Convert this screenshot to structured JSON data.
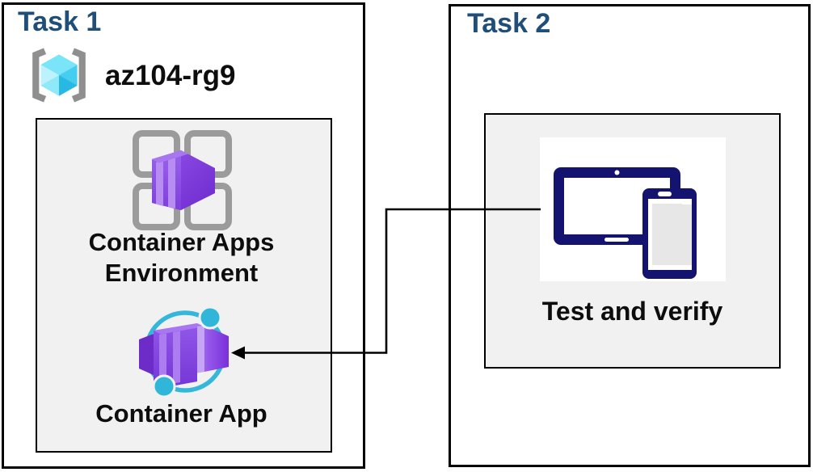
{
  "task1": {
    "title": "Task 1",
    "resource_group": {
      "icon": "resource-group-icon",
      "name": "az104-rg9"
    },
    "environment": {
      "icon": "container-apps-environment-icon",
      "label_lines": [
        "Container Apps",
        "Environment"
      ]
    },
    "app": {
      "icon": "container-app-icon",
      "label": "Container App"
    }
  },
  "task2": {
    "title": "Task 2",
    "verify": {
      "icon": "tablet-and-phone-icon",
      "label": "Test and verify"
    }
  },
  "connector": {
    "type": "elbow-arrow",
    "from": "test-and-verify-panel",
    "to": "container-app-icon"
  },
  "colors": {
    "title_blue": "#1F4E79",
    "panel_gray": "#F1F1F1",
    "outline_black": "#000000",
    "azure_purple": "#8A4FE3",
    "azure_purple_dark": "#6B2BC9",
    "azure_cyan": "#35B7DA",
    "rg_cube_cyan": "#50D7F2",
    "device_navy": "#141470",
    "frame_gray": "#9B9B9B"
  }
}
